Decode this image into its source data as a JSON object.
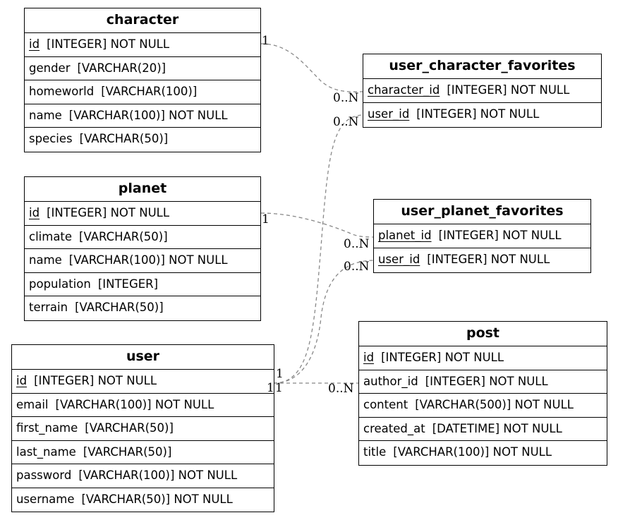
{
  "entities": [
    {
      "id": "character",
      "title": "character",
      "fields": [
        {
          "name": "id",
          "type": "[INTEGER] NOT NULL",
          "key": true
        },
        {
          "name": "gender",
          "type": "[VARCHAR(20)]",
          "key": false
        },
        {
          "name": "homeworld",
          "type": "[VARCHAR(100)]",
          "key": false
        },
        {
          "name": "name",
          "type": "[VARCHAR(100)] NOT NULL",
          "key": false
        },
        {
          "name": "species",
          "type": "[VARCHAR(50)]",
          "key": false
        }
      ]
    },
    {
      "id": "planet",
      "title": "planet",
      "fields": [
        {
          "name": "id",
          "type": "[INTEGER] NOT NULL",
          "key": true
        },
        {
          "name": "climate",
          "type": "[VARCHAR(50)]",
          "key": false
        },
        {
          "name": "name",
          "type": "[VARCHAR(100)] NOT NULL",
          "key": false
        },
        {
          "name": "population",
          "type": "[INTEGER]",
          "key": false
        },
        {
          "name": "terrain",
          "type": "[VARCHAR(50)]",
          "key": false
        }
      ]
    },
    {
      "id": "user",
      "title": "user",
      "fields": [
        {
          "name": "id",
          "type": "[INTEGER] NOT NULL",
          "key": true
        },
        {
          "name": "email",
          "type": "[VARCHAR(100)] NOT NULL",
          "key": false
        },
        {
          "name": "first_name",
          "type": "[VARCHAR(50)]",
          "key": false
        },
        {
          "name": "last_name",
          "type": "[VARCHAR(50)]",
          "key": false
        },
        {
          "name": "password",
          "type": "[VARCHAR(100)] NOT NULL",
          "key": false
        },
        {
          "name": "username",
          "type": "[VARCHAR(50)] NOT NULL",
          "key": false
        }
      ]
    },
    {
      "id": "user_character_favorites",
      "title": "user_character_favorites",
      "fields": [
        {
          "name": "character_id",
          "type": "[INTEGER] NOT NULL",
          "key": true
        },
        {
          "name": "user_id",
          "type": "[INTEGER] NOT NULL",
          "key": true
        }
      ]
    },
    {
      "id": "user_planet_favorites",
      "title": "user_planet_favorites",
      "fields": [
        {
          "name": "planet_id",
          "type": "[INTEGER] NOT NULL",
          "key": true
        },
        {
          "name": "user_id",
          "type": "[INTEGER] NOT NULL",
          "key": true
        }
      ]
    },
    {
      "id": "post",
      "title": "post",
      "fields": [
        {
          "name": "id",
          "type": "[INTEGER] NOT NULL",
          "key": true
        },
        {
          "name": "author_id",
          "type": "[INTEGER] NOT NULL",
          "key": false
        },
        {
          "name": "content",
          "type": "[VARCHAR(500)] NOT NULL",
          "key": false
        },
        {
          "name": "created_at",
          "type": "[DATETIME] NOT NULL",
          "key": false
        },
        {
          "name": "title",
          "type": "[VARCHAR(100)] NOT NULL",
          "key": false
        }
      ]
    }
  ],
  "relationships": [
    {
      "from": "character.id",
      "to": "user_character_favorites.character_id",
      "from_card": "1",
      "to_card": "0..N"
    },
    {
      "from": "user.id",
      "to": "user_character_favorites.user_id",
      "from_card": "1",
      "to_card": "0..N"
    },
    {
      "from": "planet.id",
      "to": "user_planet_favorites.planet_id",
      "from_card": "1",
      "to_card": "0..N"
    },
    {
      "from": "user.id",
      "to": "user_planet_favorites.user_id",
      "from_card": "1",
      "to_card": "0..N"
    },
    {
      "from": "user.id",
      "to": "post.author_id",
      "from_card": "1",
      "to_card": "0..N"
    }
  ],
  "colors": {
    "border": "#000000",
    "edge": "#888888",
    "background": "#ffffff"
  }
}
